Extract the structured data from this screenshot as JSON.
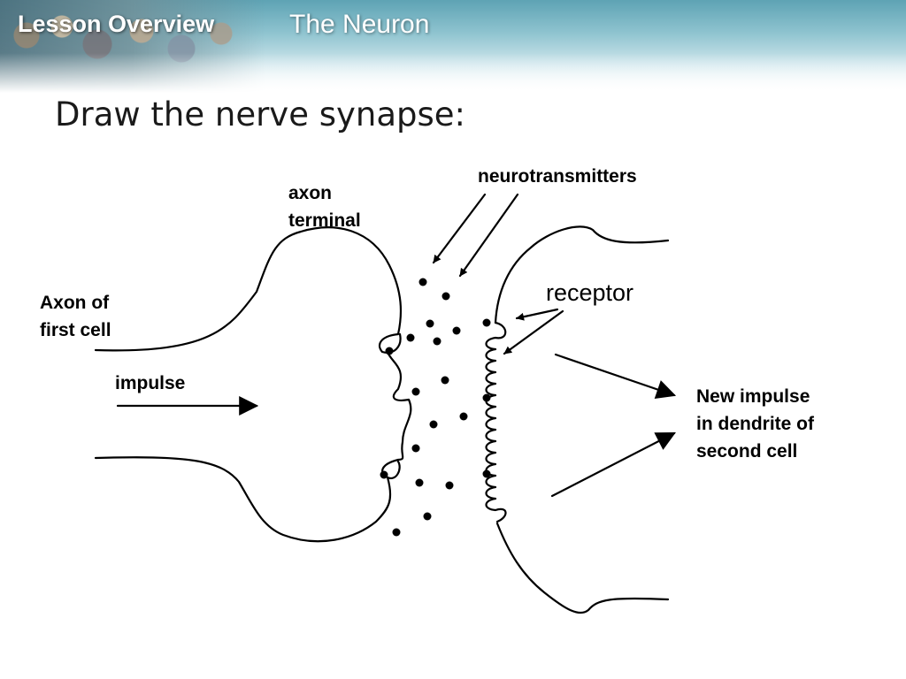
{
  "header": {
    "section_label": "Lesson Overview",
    "topic_label": "The Neuron"
  },
  "slide": {
    "title": "Draw the nerve synapse:"
  },
  "diagram": {
    "labels": {
      "neurotransmitters": "neurotransmitters",
      "axon_terminal_line1": "axon",
      "axon_terminal_line2": "terminal",
      "axon_first_line1": "Axon of",
      "axon_first_line2": "first cell",
      "impulse": "impulse",
      "receptor": "receptor",
      "new_impulse_line1": "New impulse",
      "new_impulse_line2": "in dendrite of",
      "new_impulse_line3": "second cell"
    }
  }
}
